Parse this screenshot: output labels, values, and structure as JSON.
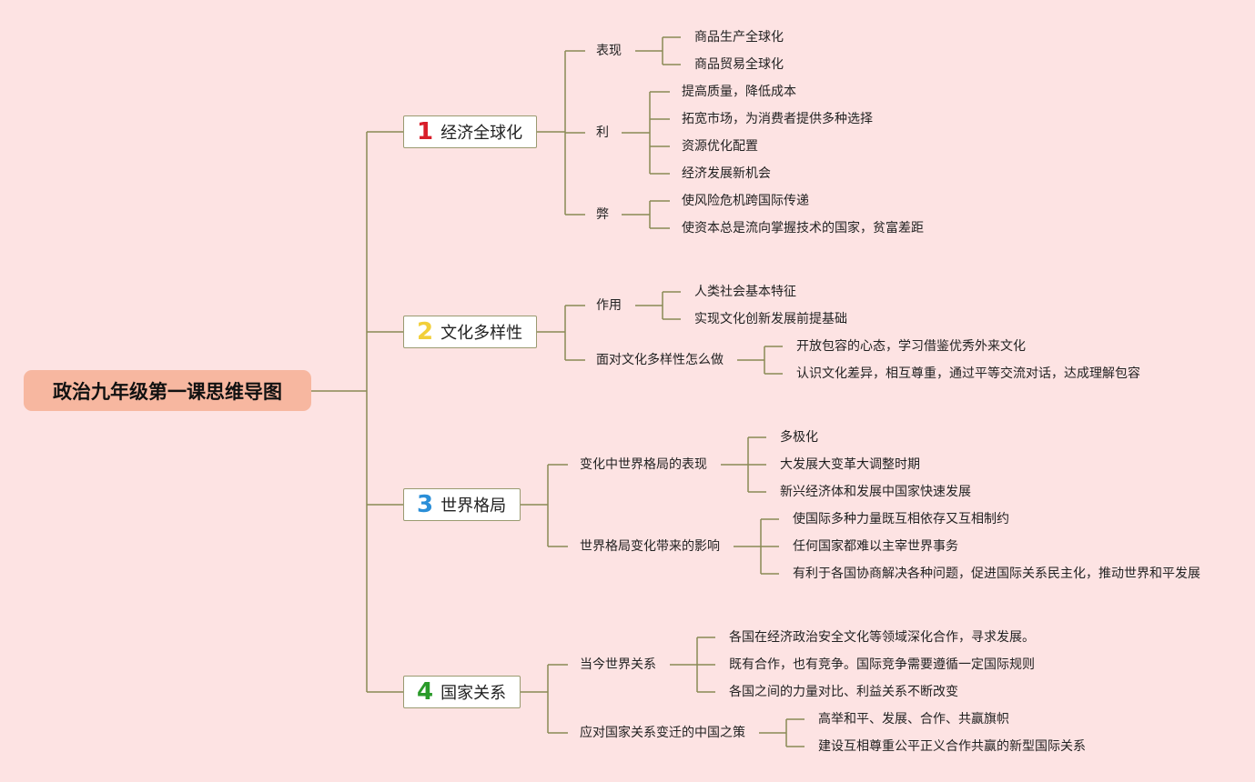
{
  "root": "政治九年级第一课思维导图",
  "colors": {
    "background": "#fde3e3",
    "root_fill": "#f7b7a0",
    "line": "#8a8a55",
    "num1": "#d81e2a",
    "num2": "#f2cf3a",
    "num3": "#2b8fd8",
    "num4": "#2a9a2a"
  },
  "topics": [
    {
      "num": "1",
      "label": "经济全球化",
      "branches": [
        {
          "label": "表现",
          "items": [
            "商品生产全球化",
            "商品贸易全球化"
          ]
        },
        {
          "label": "利",
          "items": [
            "提高质量，降低成本",
            "拓宽市场，为消费者提供多种选择",
            "资源优化配置",
            "经济发展新机会"
          ]
        },
        {
          "label": "弊",
          "items": [
            "使风险危机跨国际传递",
            "使资本总是流向掌握技术的国家，贫富差距"
          ]
        }
      ]
    },
    {
      "num": "2",
      "label": "文化多样性",
      "branches": [
        {
          "label": "作用",
          "items": [
            "人类社会基本特征",
            "实现文化创新发展前提基础"
          ]
        },
        {
          "label": "面对文化多样性怎么做",
          "items": [
            "开放包容的心态，学习借鉴优秀外来文化",
            "认识文化差异，相互尊重，通过平等交流对话，达成理解包容"
          ]
        }
      ]
    },
    {
      "num": "3",
      "label": "世界格局",
      "branches": [
        {
          "label": "变化中世界格局的表现",
          "items": [
            "多极化",
            "大发展大变革大调整时期",
            "新兴经济体和发展中国家快速发展"
          ]
        },
        {
          "label": "世界格局变化带来的影响",
          "items": [
            "使国际多种力量既互相依存又互相制约",
            "任何国家都难以主宰世界事务",
            "有利于各国协商解决各种问题，促进国际关系民主化，推动世界和平发展"
          ]
        }
      ]
    },
    {
      "num": "4",
      "label": "国家关系",
      "branches": [
        {
          "label": "当今世界关系",
          "items": [
            "各国在经济政治安全文化等领域深化合作，寻求发展。",
            "既有合作，也有竞争。国际竞争需要遵循一定国际规则",
            "各国之间的力量对比、利益关系不断改变"
          ]
        },
        {
          "label": "应对国家关系变迁的中国之策",
          "items": [
            "高举和平、发展、合作、共赢旗帜",
            "建设互相尊重公平正义合作共赢的新型国际关系"
          ]
        }
      ]
    }
  ]
}
